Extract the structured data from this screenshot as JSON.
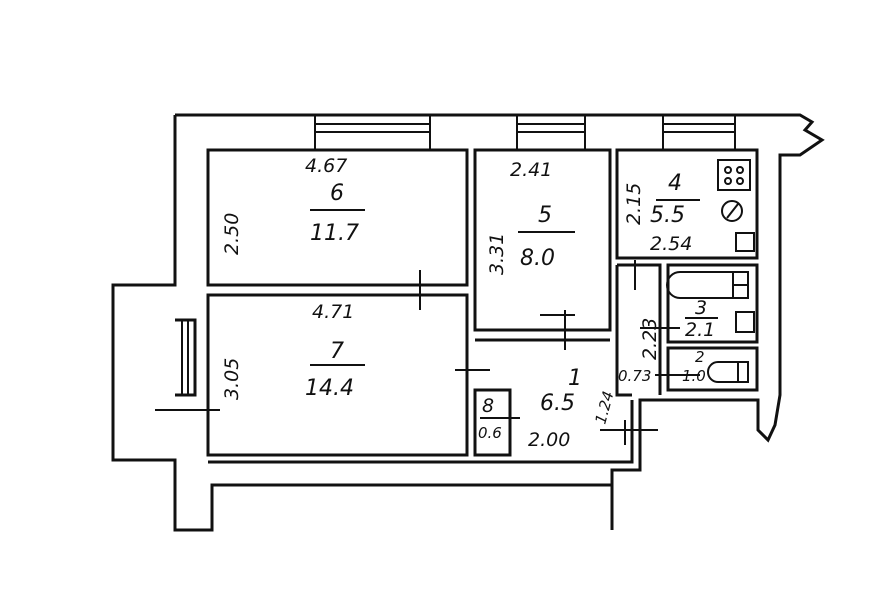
{
  "rooms": [
    {
      "number": "6",
      "area": "11.7",
      "width": "4.67",
      "depth": "2.50"
    },
    {
      "number": "7",
      "area": "14.4",
      "width": "4.71",
      "depth": "3.05"
    },
    {
      "number": "5",
      "area": "8.0",
      "width": "2.41",
      "depth": "3.31"
    },
    {
      "number": "4",
      "area": "5.5",
      "width": "2.54",
      "depth": "2.15"
    },
    {
      "number": "3",
      "area": "2.1"
    },
    {
      "number": "2",
      "area": "1.0",
      "width": "0.73"
    },
    {
      "number": "1",
      "area": "6.5",
      "width": "2.00",
      "depth": "1.24",
      "extra": "2.23"
    },
    {
      "number": "8",
      "area": "0.6"
    }
  ]
}
